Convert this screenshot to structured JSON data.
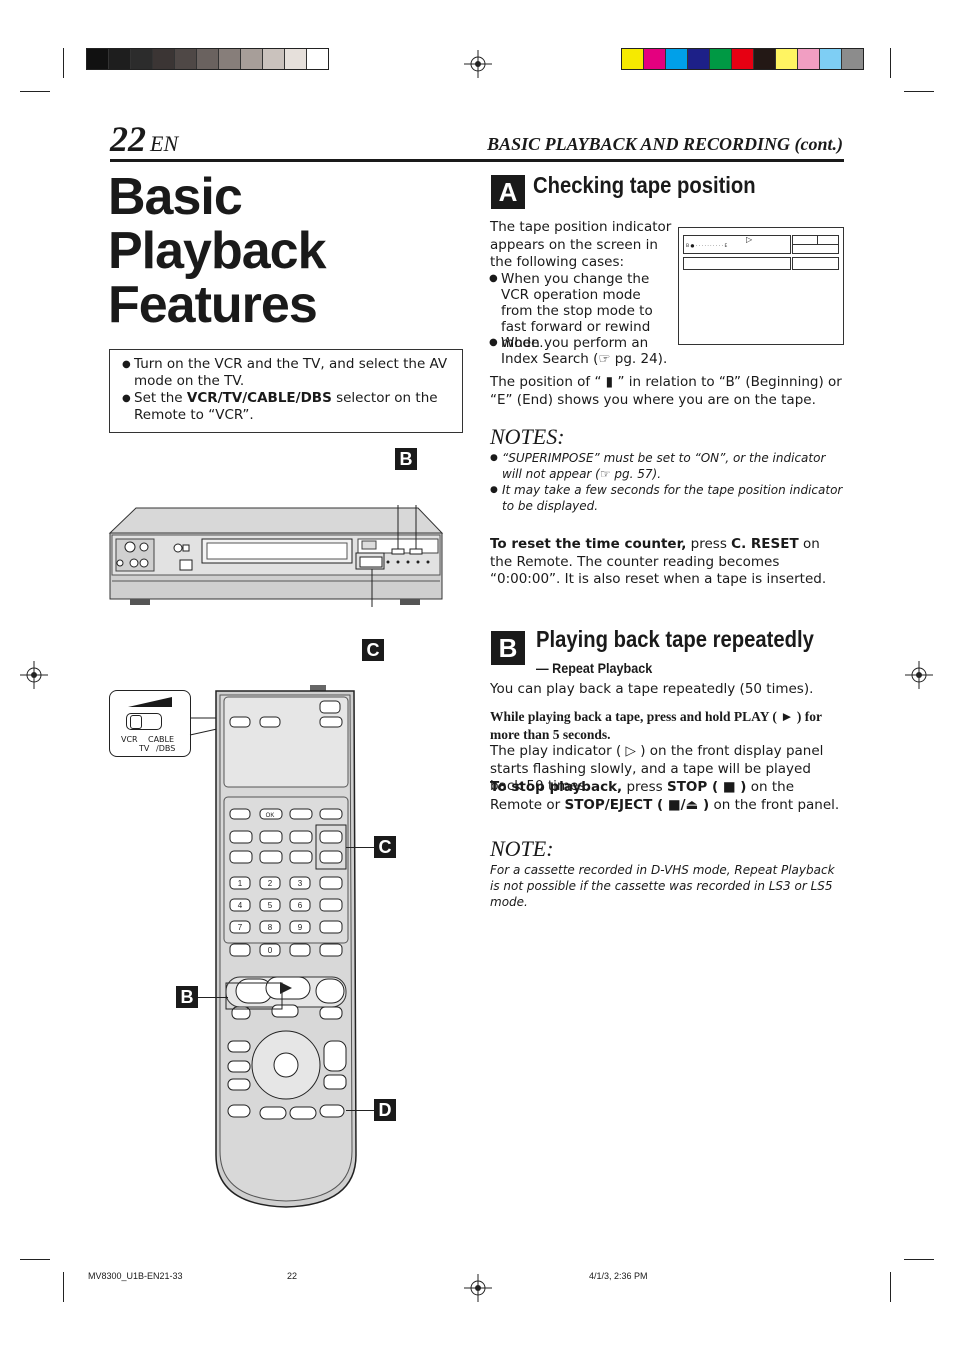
{
  "registration": {
    "left_grays": [
      "#111111",
      "#1e1e1e",
      "#2c2c2c",
      "#3b3534",
      "#4f4846",
      "#6a625f",
      "#877e7a",
      "#a79e99",
      "#cac2bd",
      "#e6e0db",
      "#ffffff"
    ],
    "right_colors": [
      "#f6ea00",
      "#e4007f",
      "#00a0e9",
      "#1d2088",
      "#009944",
      "#e60012",
      "#231815",
      "#fff462",
      "#f19ec2",
      "#7ecef4",
      "#8c8c8c"
    ]
  },
  "header": {
    "page_number": "22",
    "page_lang": "EN",
    "running_head": "BASIC PLAYBACK AND RECORDING (cont.)"
  },
  "title": {
    "line1": "Basic",
    "line2": "Playback",
    "line3": "Features"
  },
  "prep_box": {
    "item1": "Turn on the VCR and the TV, and select the AV mode on the TV.",
    "item2_prefix": "Set the ",
    "item2_bold": "VCR/TV/CABLE/DBS",
    "item2_suffix": " selector on the Remote to “VCR”."
  },
  "section_a": {
    "letter": "A",
    "heading": "Checking tape position",
    "intro": "The tape position indicator appears on the screen in the following cases:",
    "case1": "When you change the VCR operation mode from the stop mode to fast forward or rewind mode.",
    "case2": "When you perform an Index Search (☞ pg. 24).",
    "position_text": "The position of “ ▮ ” in relation to “B” (Beginning) or “E” (End) shows you where you are on the tape.",
    "notes_heading": "NOTES:",
    "note1": "“SUPERIMPOSE” must be set to “ON”, or the indicator will not appear (☞ pg. 57).",
    "note2": "It may take a few seconds for the tape position indicator to be displayed.",
    "reset_bold1": "To reset the time counter,",
    "reset_text1": " press ",
    "reset_bold2": "C. RESET",
    "reset_text2": " on the Remote. The counter reading becomes “0:00:00”. It is also reset when a tape is inserted.",
    "screen_play_symbol": "▷",
    "screen_scale_label": "B ● · · · · · · · · · · E"
  },
  "section_b": {
    "letter": "B",
    "heading": "Playing back tape repeatedly",
    "subheading": "— Repeat Playback",
    "intro": "You can play back a tape repeatedly (50 times).",
    "step_bold": "While playing back a tape, press and hold PLAY ( ► ) for more than 5 seconds.",
    "step_text": "The play indicator ( ▷ ) on the front display panel starts flashing slowly, and a tape will be played back 50 times.",
    "stop_bold1": "To stop playback,",
    "stop_text1": " press ",
    "stop_bold2": "STOP ( ■ )",
    "stop_text2": " on the Remote or ",
    "stop_bold3": "STOP/EJECT ( ■/⏏ )",
    "stop_text3": " on the front panel.",
    "note_heading": "NOTE:",
    "note": "For a cassette recorded in D-VHS mode, Repeat Playback is not possible if the cassette was recorded in LS3 or LS5 mode."
  },
  "illustration": {
    "callout_b": "B",
    "callout_c": "C",
    "callout_d": "D",
    "selector_vcr": "VCR",
    "selector_cable": "CABLE",
    "selector_tv": "TV",
    "selector_dbs": "/DBS",
    "keypad": [
      "1",
      "2",
      "3",
      "4",
      "5",
      "6",
      "7",
      "8",
      "9",
      "0"
    ],
    "ok_label": "OK"
  },
  "footer": {
    "file": "MV8300_U1B-EN21-33",
    "page": "22",
    "timestamp": "4/1/3, 2:36 PM"
  }
}
